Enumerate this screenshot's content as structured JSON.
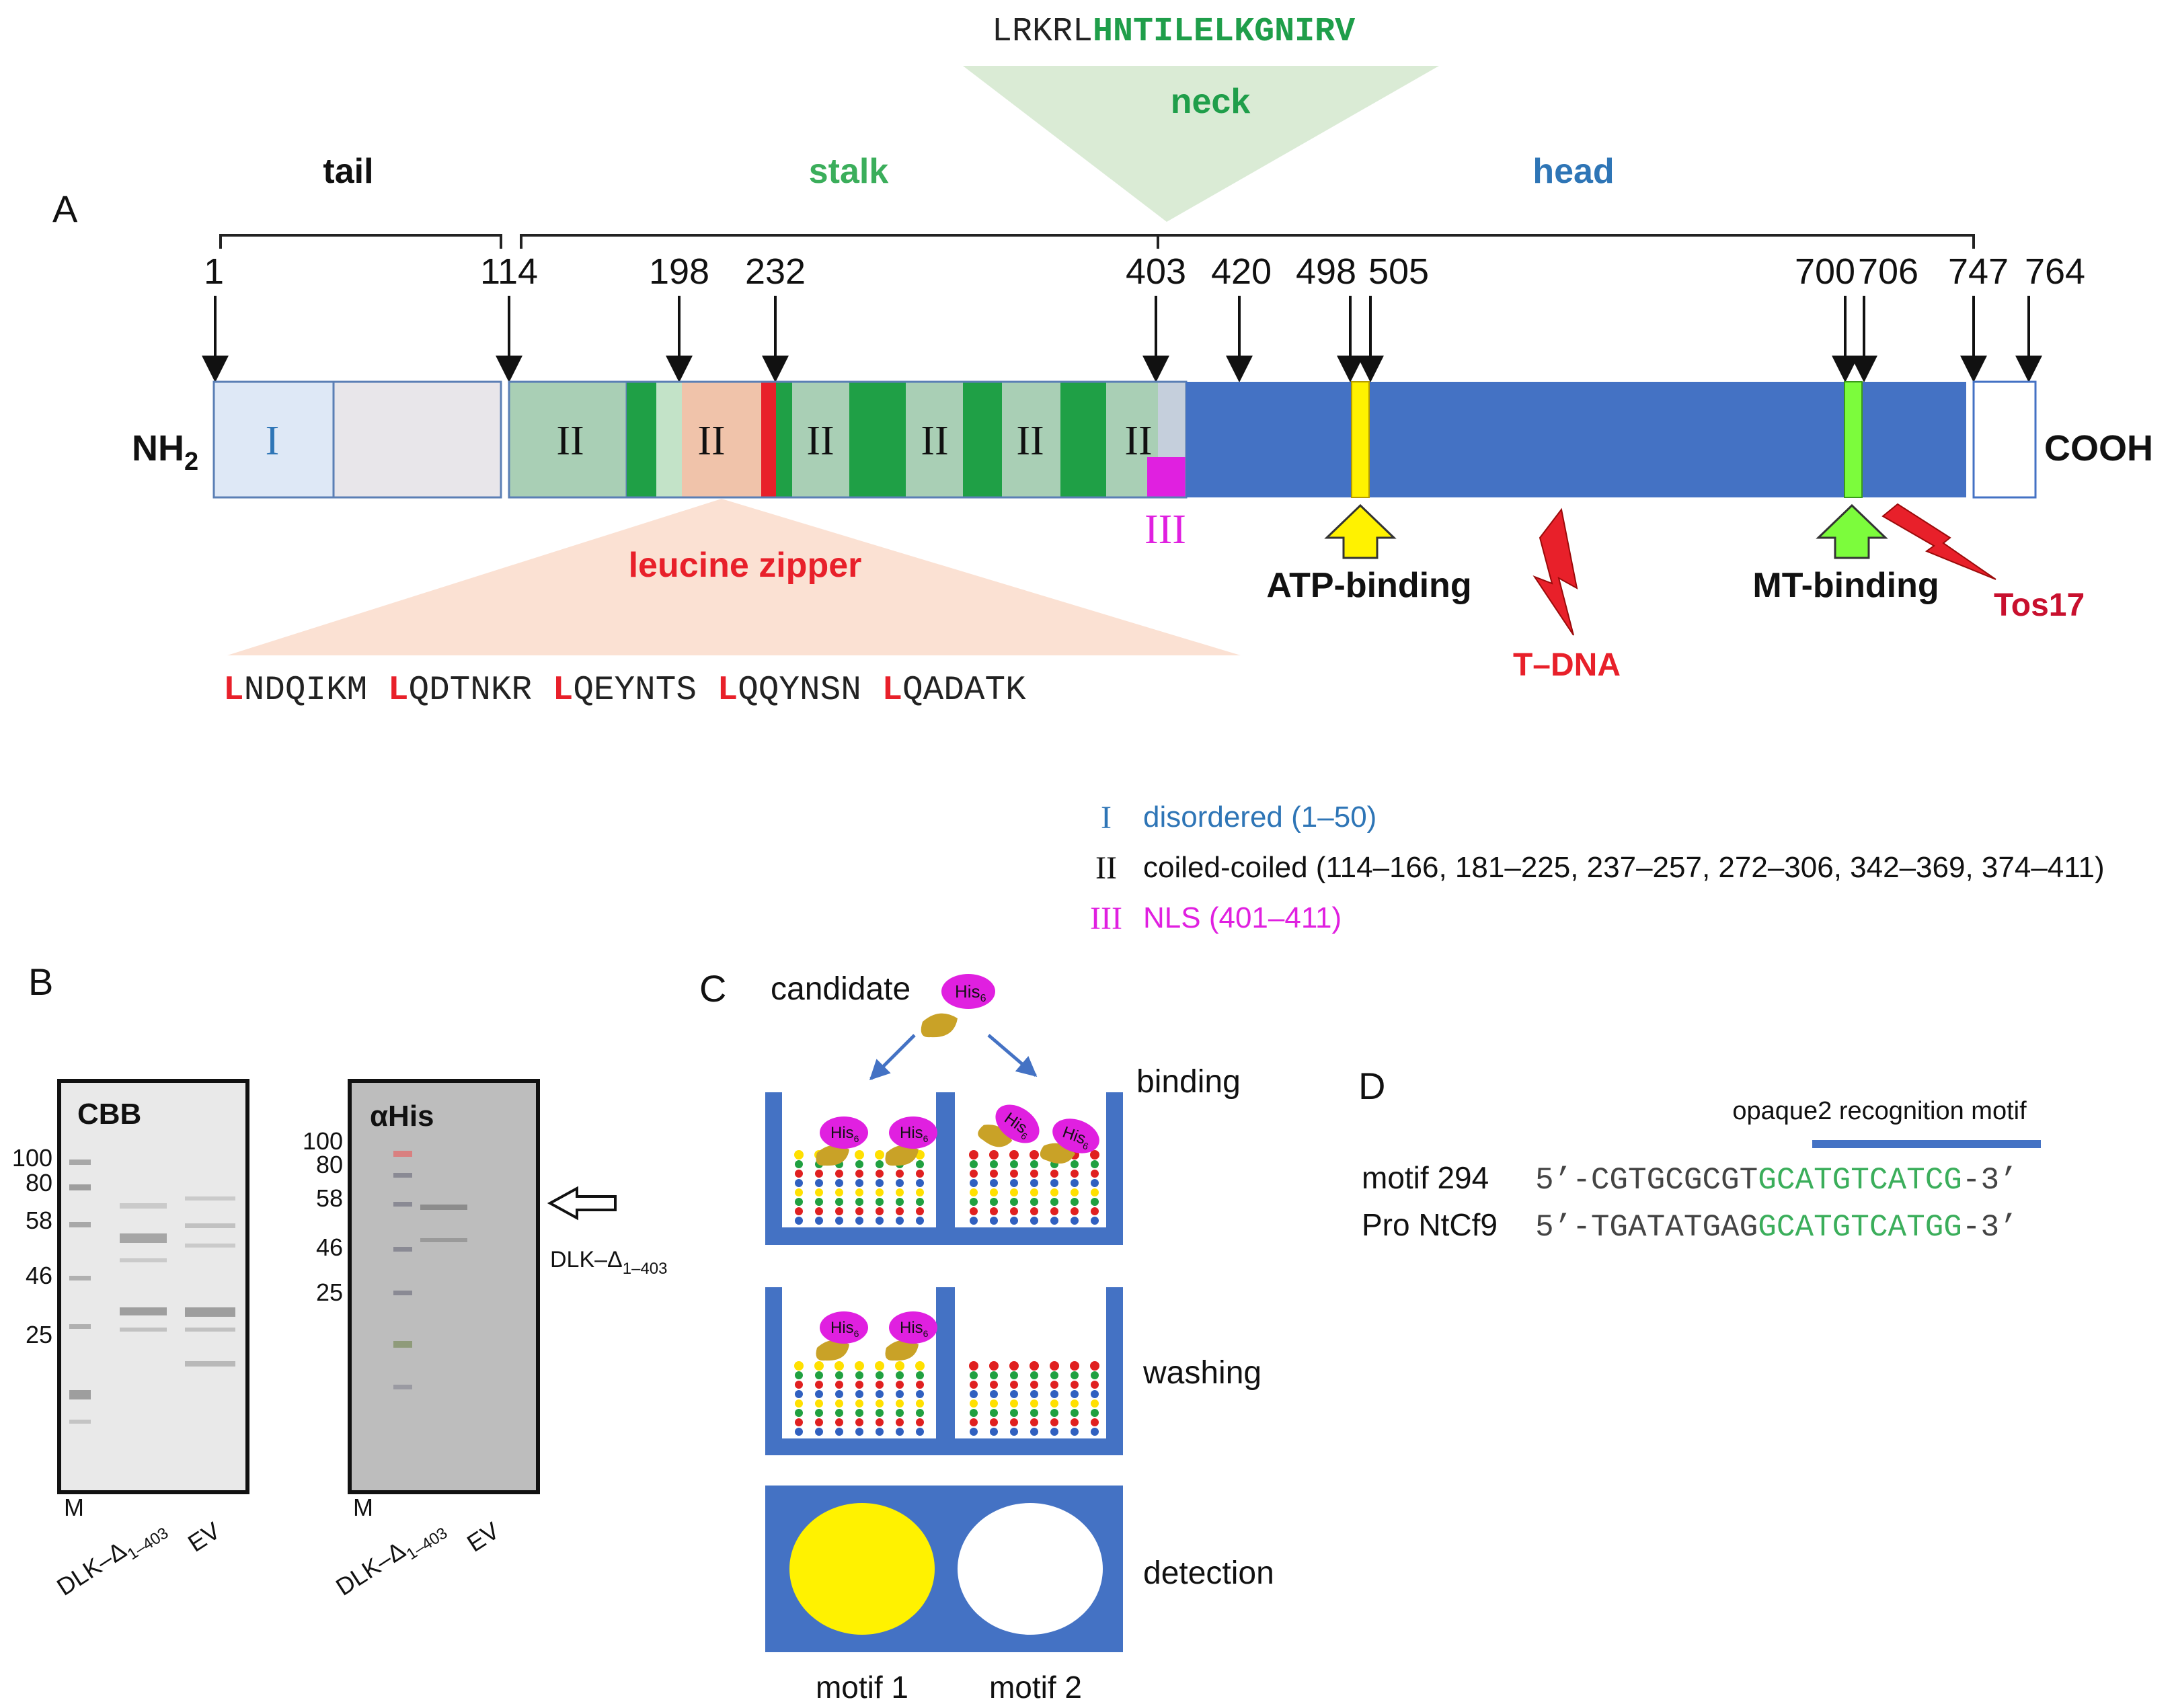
{
  "colors": {
    "accent_blue": "#4472C4",
    "stalk_green": "#3BAE5B",
    "neck_green": "#1F9E4A",
    "head_blue": "#4F83C4",
    "lz_red": "#E8202A",
    "nls_magenta": "#E020E0",
    "atp_yellow": "#FFF200",
    "mt_green": "#7CFC3C"
  },
  "panel_labels": {
    "A": "A",
    "B": "B",
    "C": "C",
    "D": "D"
  },
  "panel_a": {
    "neck_sequence_prefix": "LRKRL",
    "neck_sequence_highlight": "HNTILELKGNIRV",
    "neck_label": "neck",
    "tail_label": "tail",
    "stalk_label": "stalk",
    "head_label": "head",
    "positions": {
      "p1": "1",
      "p114": "114",
      "p198": "198",
      "p232": "232",
      "p403": "403",
      "p420": "420",
      "p498": "498",
      "p505": "505",
      "p700": "700",
      "p706": "706",
      "p747": "747",
      "p764": "764"
    },
    "nh2_label": "NH",
    "nh2_subscript": "2",
    "cooh_label": "COOH",
    "domain_I": "I",
    "domain_II": "II",
    "domain_III": "III",
    "lz_label": "leucine zipper",
    "lz_sequence": [
      {
        "lead": "L",
        "rest": "NDQIKM"
      },
      {
        "lead": "L",
        "rest": "QDTNKR"
      },
      {
        "lead": "L",
        "rest": "QEYNTS"
      },
      {
        "lead": "L",
        "rest": "QQYNSN"
      },
      {
        "lead": "L",
        "rest": "QADATK"
      }
    ],
    "atp_label": "ATP-binding",
    "mt_label": "MT-binding",
    "tdna_label": "T–DNA",
    "tos17_label": "Tos17",
    "legend": [
      {
        "symbol": "I",
        "text": "disordered (1–50)",
        "color": "#2E75B6"
      },
      {
        "symbol": "II",
        "text": "coiled-coiled (114–166, 181–225, 237–257, 272–306, 342–369, 374–411)",
        "color": "#000000"
      },
      {
        "symbol": "III",
        "text": "NLS (401–411)",
        "color": "#E020E0"
      }
    ]
  },
  "panel_b": {
    "cbb_title": "CBB",
    "his_title": "αHis",
    "cbb_markers": [
      "100",
      "80",
      "58",
      "46",
      "25"
    ],
    "his_markers": [
      "100",
      "80",
      "58",
      "46",
      "25"
    ],
    "lane_m": "M",
    "lane_dlk_prefix": "DLK–Δ",
    "lane_dlk_sub": "1–403",
    "lane_ev": "EV",
    "arrow_label_prefix": "DLK–Δ",
    "arrow_label_sub": "1–403"
  },
  "panel_c": {
    "candidate_label": "candidate",
    "his_tag": "His",
    "his_sub": "6",
    "binding_label": "binding",
    "washing_label": "washing",
    "detection_label": "detection",
    "motif1_label": "motif 1",
    "motif2_label": "motif 2"
  },
  "panel_d": {
    "recognition_label": "opaque2 recognition motif",
    "rows": [
      {
        "name": "motif 294",
        "prefix": "5’-CGTGCGCGT",
        "motif": "GCATGTCATCG",
        "suffix": "-3’"
      },
      {
        "name": "Pro NtCf9",
        "prefix": "5’-TGATATGAG",
        "motif": "GCATGTCATGG",
        "suffix": "-3’"
      }
    ]
  }
}
